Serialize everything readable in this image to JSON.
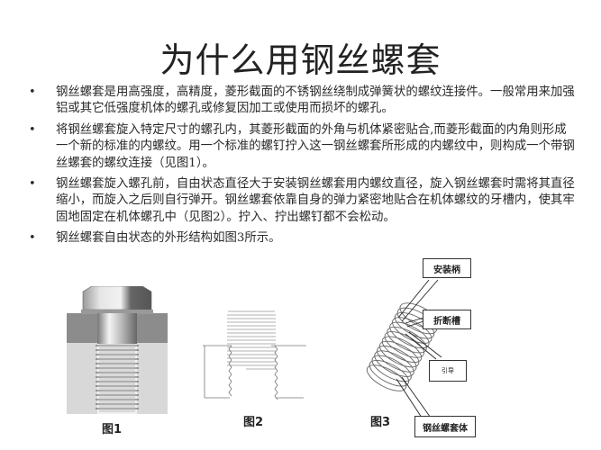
{
  "slide": {
    "title": "为什么用钢丝螺套",
    "bullets": [
      {
        "symbol": "•",
        "text": "钢丝螺套是用高强度，高精度，菱形截面的不锈钢丝绕制成弹簧状的螺纹连接件。一般常用来加强铝或其它低强度机体的螺孔或修复因加工或使用而损坏的螺孔。"
      },
      {
        "symbol": "•",
        "text": "将钢丝螺套旋入特定尺寸的螺孔内，其菱形截面的外角与机体紧密贴合,而菱形截面的内角则形成一个新的标准的内螺纹。用一个标准的螺钉拧入这一钢丝螺套所形成的内螺纹中，则构成一个带钢丝螺套的螺纹连接（见图1）。"
      },
      {
        "symbol": "•",
        "text": "钢丝螺套旋入螺孔前，自由状态直径大于安装钢丝螺套用内螺纹直径，旋入钢丝螺套时需将其直径缩小，而旋入之后则自行弹开。钢丝螺套依靠自身的弹力紧密地贴合在机体螺纹的牙槽内，使其牢固地固定在机体螺孔中（见图2）。拧入、拧出螺钉都不会松动。"
      },
      {
        "symbol": "•",
        "text": "钢丝螺套自由状态的外形结构如图3所示。"
      }
    ]
  },
  "figures": {
    "fig1": {
      "caption": "图1"
    },
    "fig2": {
      "caption": "图2"
    },
    "fig3": {
      "caption": "图3",
      "labels": {
        "tang": "安装柄",
        "notch": "折断槽",
        "guide": "引导",
        "body": "钢丝螺套体"
      }
    }
  },
  "colors": {
    "background": "#ffffff",
    "text": "#222222",
    "block_dark": "#8a8a8a",
    "block_light": "#d9d9d9"
  }
}
